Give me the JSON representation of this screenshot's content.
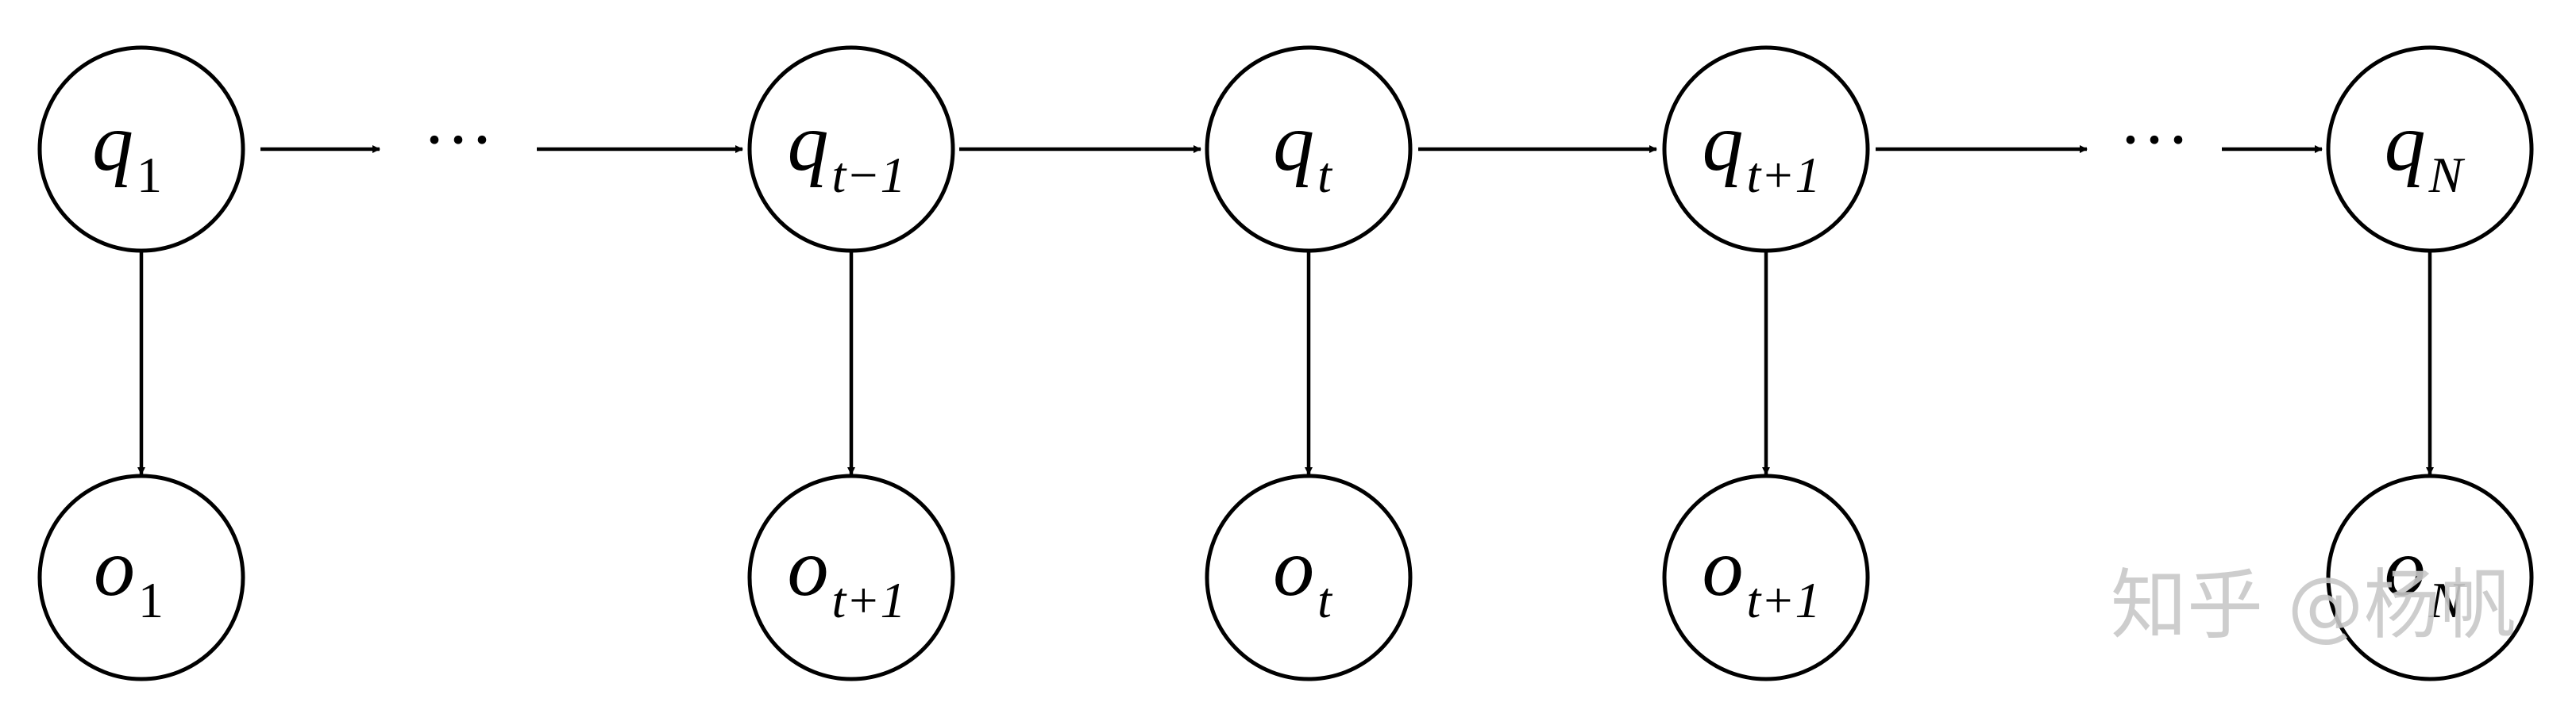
{
  "hidden_states": [
    {
      "symbol": "q",
      "subscript": "1"
    },
    {
      "symbol": "q",
      "subscript": "t−1"
    },
    {
      "symbol": "q",
      "subscript": "t"
    },
    {
      "symbol": "q",
      "subscript": "t+1"
    },
    {
      "symbol": "q",
      "subscript": "N"
    }
  ],
  "observations": [
    {
      "symbol": "o",
      "subscript": "1"
    },
    {
      "symbol": "o",
      "subscript": "t+1"
    },
    {
      "symbol": "o",
      "subscript": "t"
    },
    {
      "symbol": "o",
      "subscript": "t+1"
    },
    {
      "symbol": "o",
      "subscript": "N"
    }
  ],
  "ellipsis": "···",
  "watermark": "知乎 @杨帆",
  "colors": {
    "stroke": "#000000",
    "background": "#ffffff",
    "watermark": "#c8c8c8"
  }
}
